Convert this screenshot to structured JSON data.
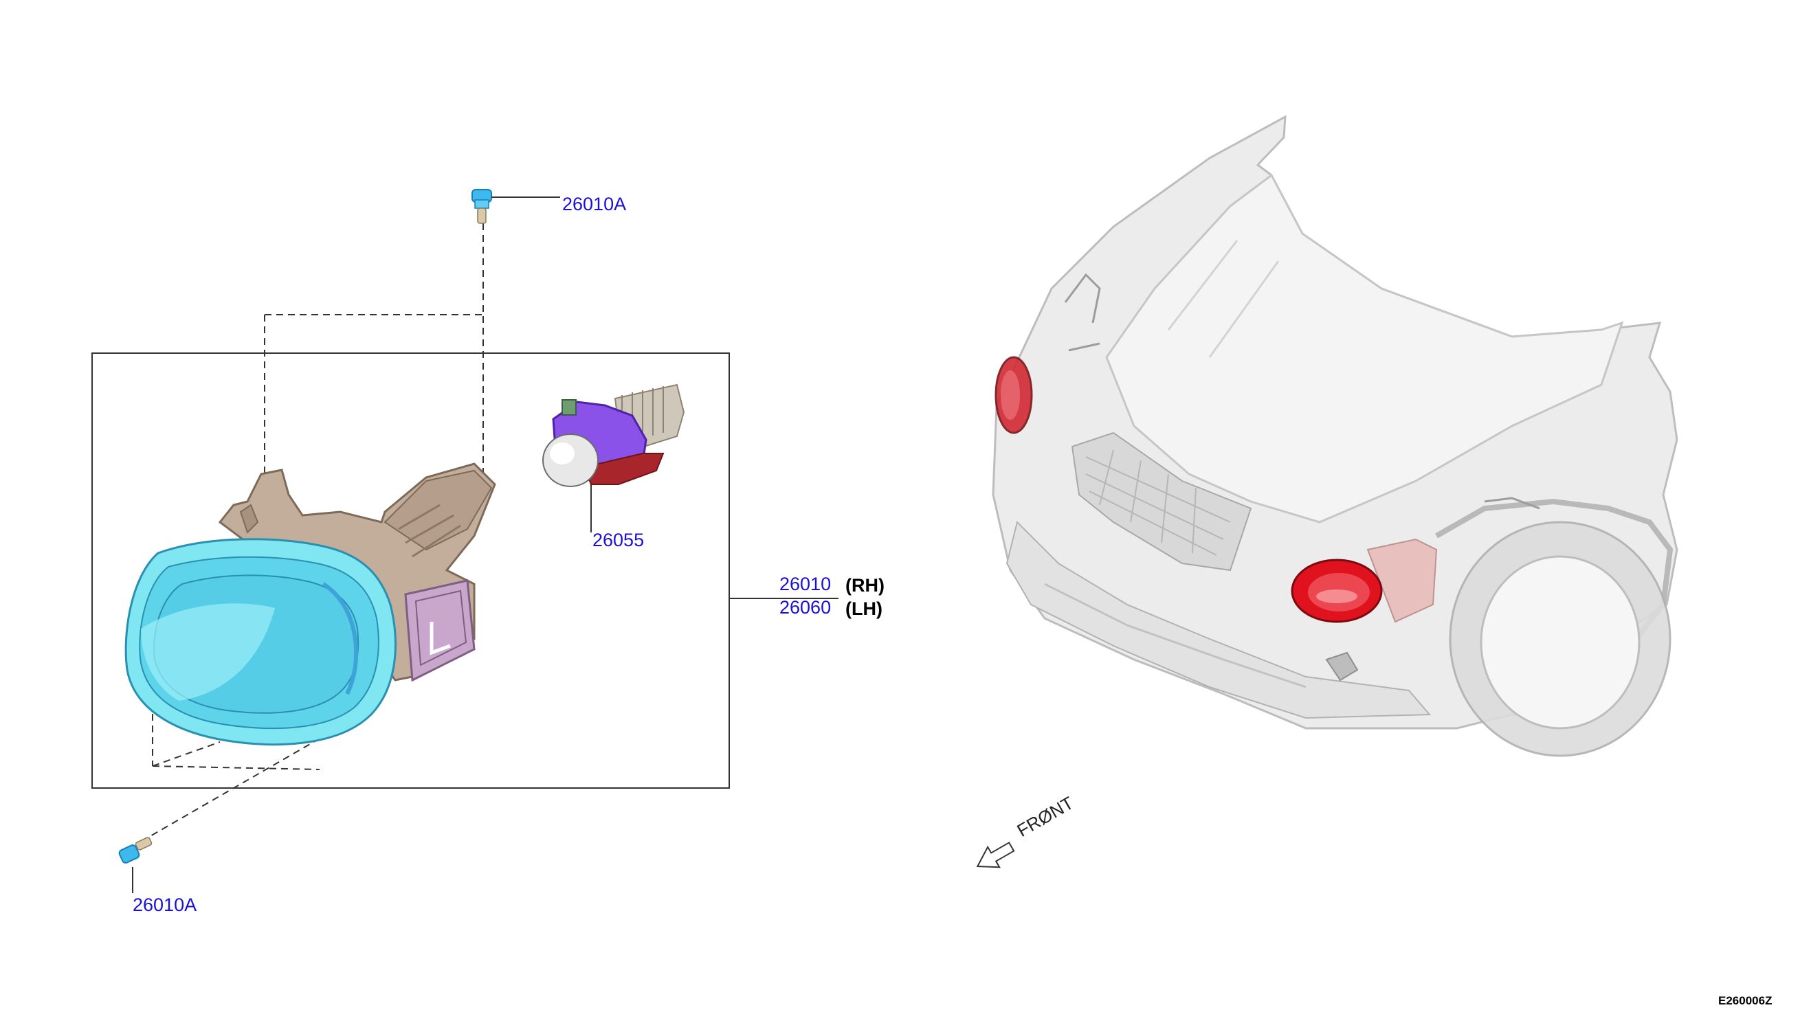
{
  "callouts": {
    "clip_top": "26010A",
    "clip_bottom": "26010A",
    "bulb_part": "26055",
    "lamp_rh_part": "26010",
    "lamp_rh_side": "(RH)",
    "lamp_lh_part": "26060",
    "lamp_lh_side": "(LH)"
  },
  "front_label": "FRØNT",
  "diagram_code": "E260006Z",
  "colors": {
    "callout_text": "#1a10d8",
    "lens": "#6fe0ee",
    "housing": "#c3ad9b",
    "bulb_module": "#8a52e8",
    "connector": "#c9a6cc",
    "highlight": "#e0121e"
  }
}
